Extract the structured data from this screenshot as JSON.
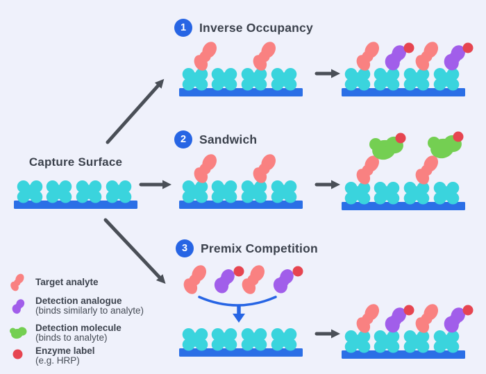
{
  "colors": {
    "bg": "#EFF1FB",
    "text": "#3C424D",
    "blue": "#2765E4",
    "bar": "#2B6FE6",
    "capture": "#3AD4DD",
    "analyte": "#F98181",
    "analogue": "#A15EEA",
    "detector": "#74CF52",
    "enzyme": "#E64550",
    "arrow": "#4A4F57"
  },
  "capture_surface": {
    "label": "Capture Surface"
  },
  "rows": [
    {
      "number": "1",
      "title": "Inverse Occupancy"
    },
    {
      "number": "2",
      "title": "Sandwich"
    },
    {
      "number": "3",
      "title": "Premix Competition"
    }
  ],
  "legend": [
    {
      "icon": "target-analyte-icon",
      "label": "Target analyte",
      "sublabel": ""
    },
    {
      "icon": "detection-analogue-icon",
      "label": "Detection analogue",
      "sublabel": "(binds similarly to analyte)"
    },
    {
      "icon": "detection-molecule-icon",
      "label": "Detection molecule",
      "sublabel": "(binds to analyte)"
    },
    {
      "icon": "enzyme-label-icon",
      "label": "Enzyme label",
      "sublabel": "(e.g. HRP)"
    }
  ]
}
